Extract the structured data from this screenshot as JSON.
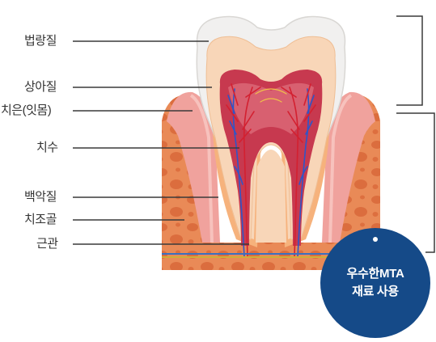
{
  "labels": [
    {
      "id": "enamel",
      "text": "법랑질"
    },
    {
      "id": "dentin",
      "text": "상아질"
    },
    {
      "id": "gingiva",
      "text": "치은(잇몸)"
    },
    {
      "id": "pulp",
      "text": "치수"
    },
    {
      "id": "cementum",
      "text": "백악질"
    },
    {
      "id": "alveolar_bone",
      "text": "치조골"
    },
    {
      "id": "root_canal",
      "text": "근관"
    }
  ],
  "badge": {
    "line1": "우수한MTA",
    "line2": "재료 사용"
  },
  "colors": {
    "badge": "#154a88",
    "leader_line": "#3a3a3a",
    "enamel": "#f1f0ef",
    "dentin": "#f8d6b8",
    "pulp": "#c7394f",
    "gum": "#f0a29d",
    "bone": "#e98a57",
    "nerve_blue": "#2f55c8",
    "nerve_red": "#d32030"
  }
}
